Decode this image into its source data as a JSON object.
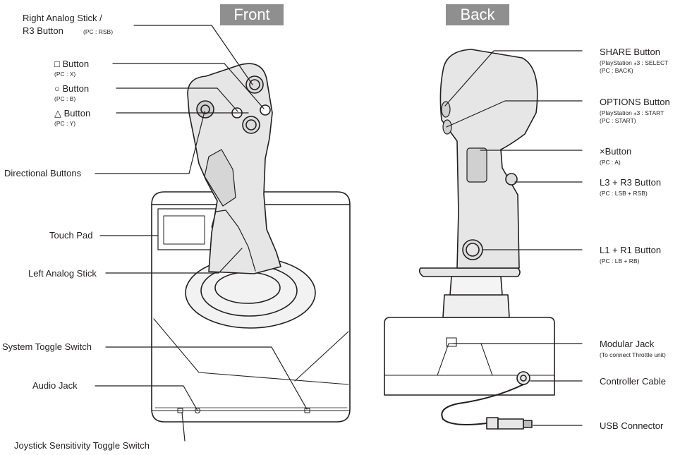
{
  "headings": {
    "front": "Front",
    "back": "Back"
  },
  "front_labels": {
    "right_stick": {
      "line1": "Right Analog Stick /",
      "line2": "R3 Button",
      "pc": "(PC : RSB)"
    },
    "square": {
      "label": "□ Button",
      "pc": "(PC : X)"
    },
    "circle": {
      "label": "○ Button",
      "pc": "(PC : B)"
    },
    "triangle": {
      "label": "△ Button",
      "pc": "(PC : Y)"
    },
    "directional": {
      "label": "Directional Buttons"
    },
    "touch_pad": {
      "label": "Touch Pad"
    },
    "left_stick": {
      "label": "Left Analog Stick"
    },
    "system_toggle": {
      "label": "System Toggle Switch"
    },
    "audio_jack": {
      "label": "Audio Jack"
    },
    "sensitivity": {
      "label": "Joystick Sensitivity Toggle Switch"
    }
  },
  "back_labels": {
    "share": {
      "label": "SHARE Button",
      "ps": "(PlayStation ⁎3 : SELECT",
      "pc": "(PC : BACK)"
    },
    "options": {
      "label": "OPTIONS Button",
      "ps": "(PlayStation ⁎3 : START",
      "pc": "(PC : START)"
    },
    "cross": {
      "label": "×Button",
      "pc": "(PC : A)"
    },
    "l3r3": {
      "label": "L3 + R3 Button",
      "pc": "(PC : LSB + RSB)"
    },
    "l1r1": {
      "label": "L1 + R1 Button",
      "pc": "(PC : LB + RB)"
    },
    "modular": {
      "label": "Modular Jack",
      "note": "(To connect Throttle unit)"
    },
    "cable": {
      "label": "Controller Cable"
    },
    "usb": {
      "label": "USB Connector"
    }
  },
  "colors": {
    "heading_bg": "#8f8f8f",
    "device_fill": "#e6e6e6",
    "line": "#231f20"
  }
}
